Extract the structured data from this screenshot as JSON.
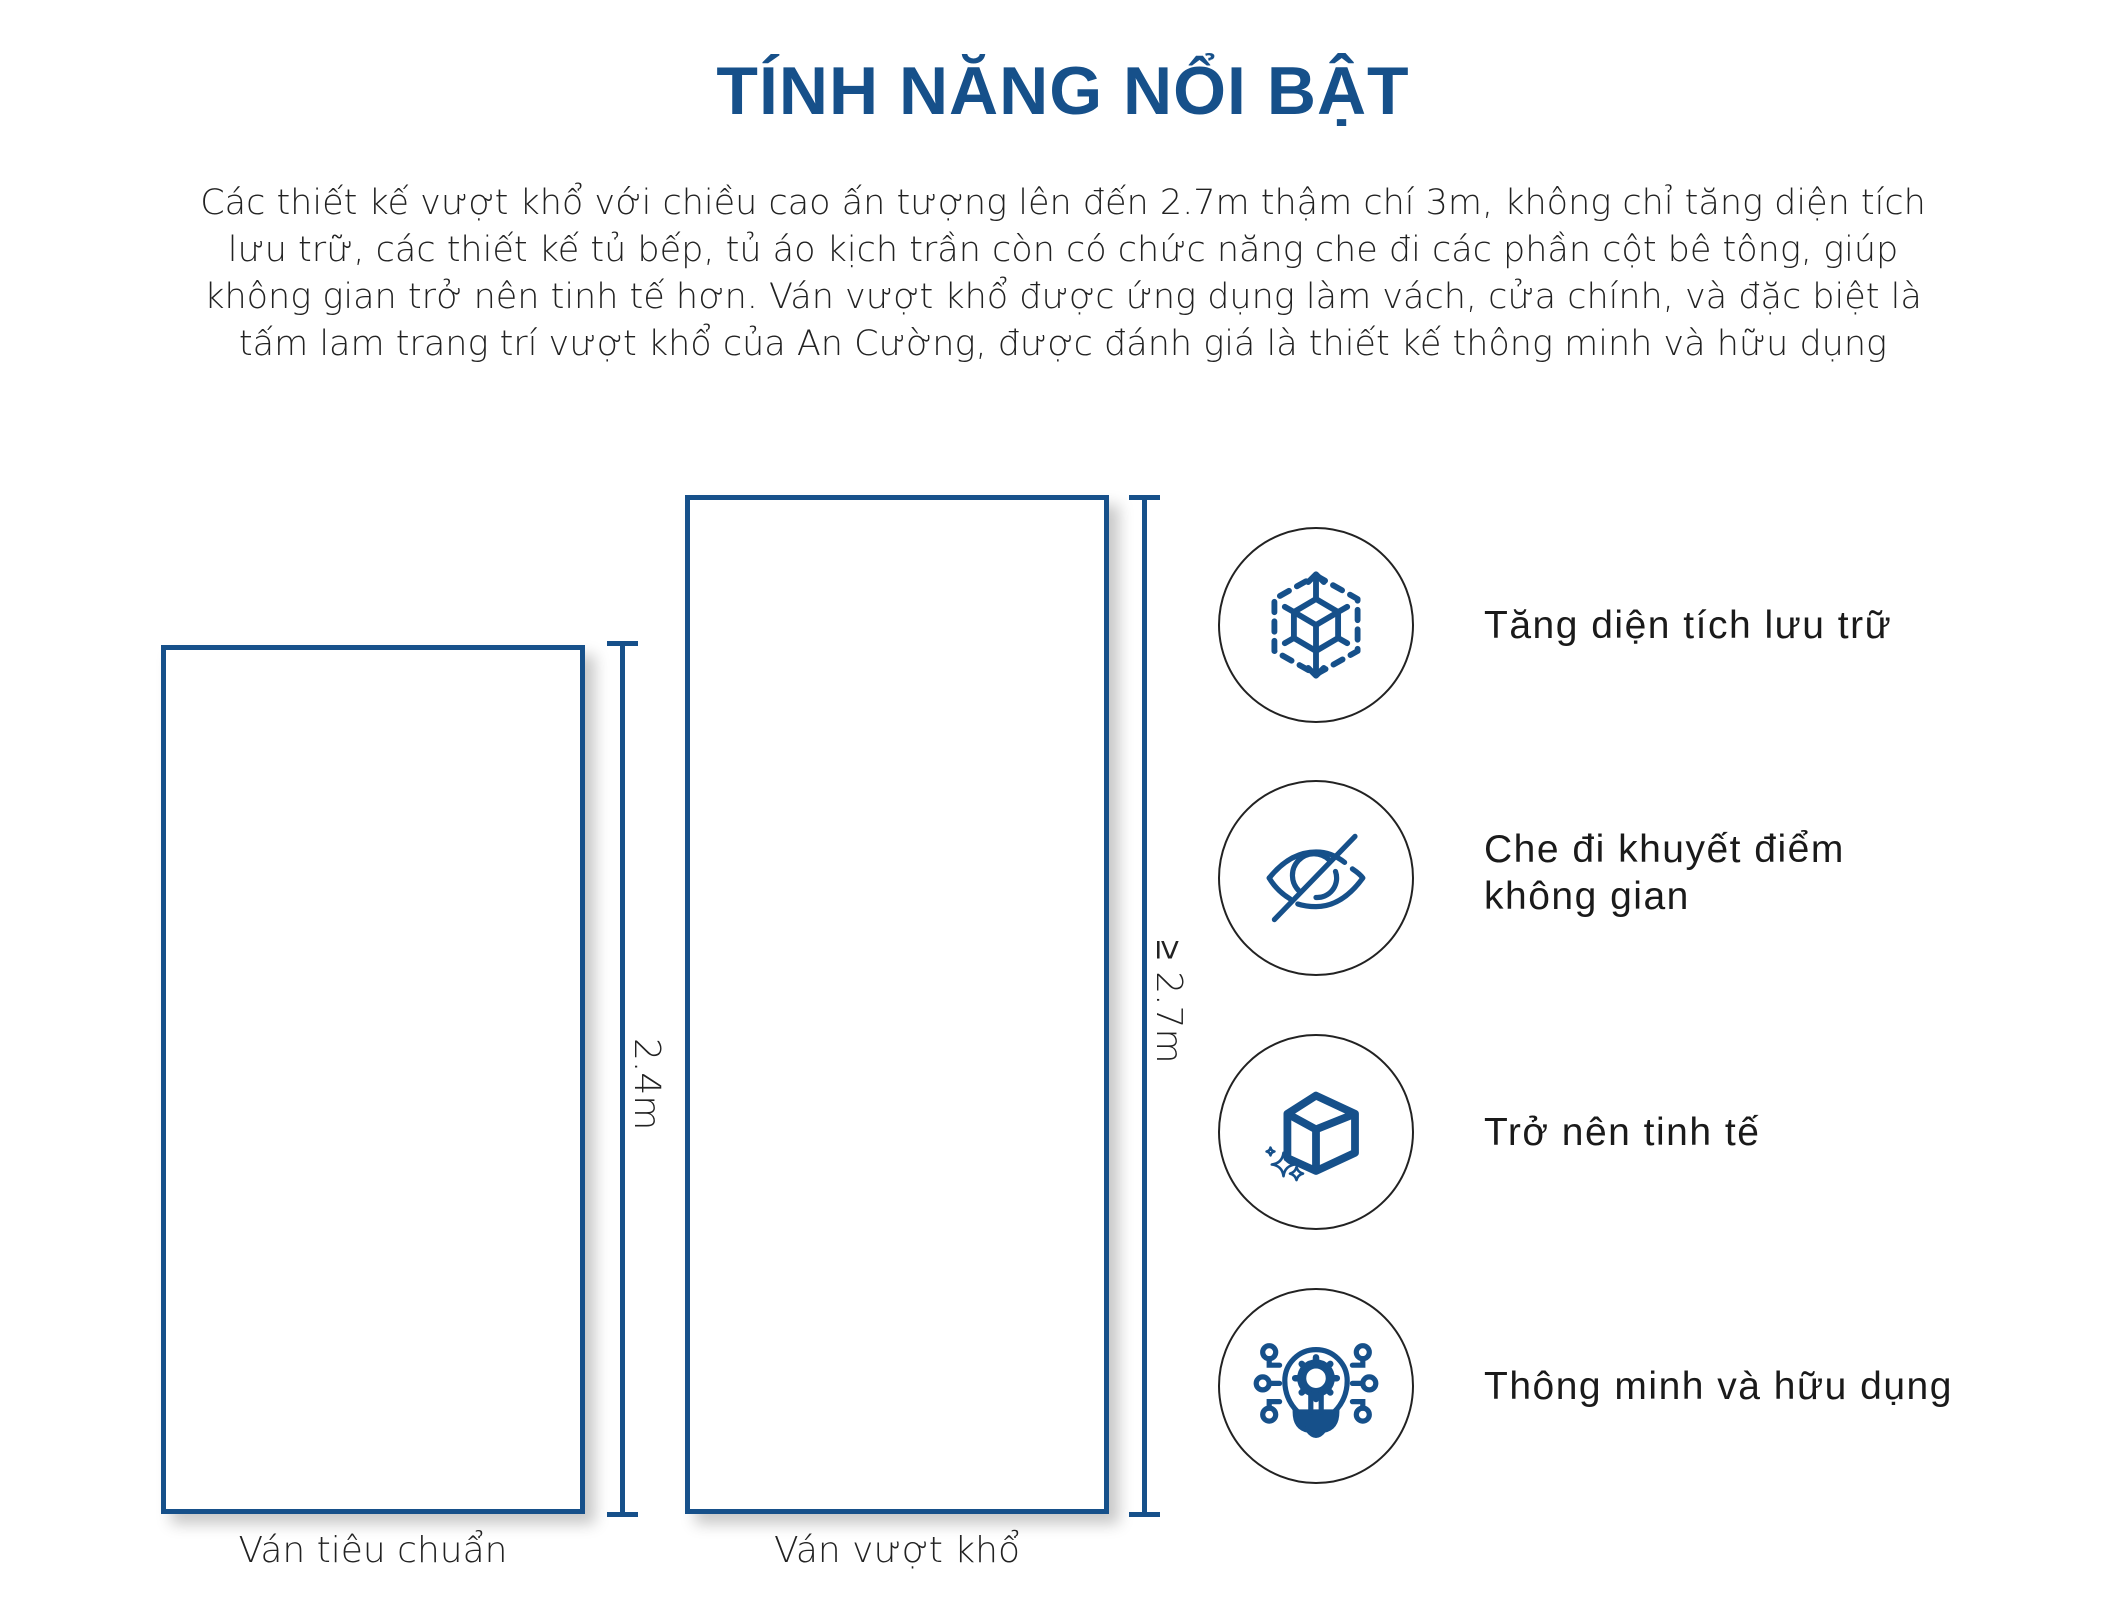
{
  "title": "TÍNH NĂNG NỔI BẬT",
  "intro": {
    "lines": [
      "Các thiết kế vượt khổ với chiều cao ấn tượng lên đến 2.7m thậm chí 3m,  không chỉ tăng diện tích",
      "lưu trữ, các thiết kế tủ bếp, tủ áo kịch trần còn có chức năng che đi các phần cột bê tông, giúp",
      "không gian trở nên tinh tế hơn. Ván vượt khổ được ứng dụng làm vách, cửa chính, và đặc biệt là",
      "tấm lam trang trí vượt khổ của An Cường, được đánh giá là thiết kế thông minh và hữu dụng"
    ]
  },
  "comparison": {
    "standard": {
      "label": "Ván tiêu chuẩn",
      "height": "2.4m"
    },
    "oversize": {
      "label": "Ván vượt khổ",
      "height": "≥ 2.7m"
    }
  },
  "features": [
    {
      "icon": "expand-cube-icon",
      "lines": [
        "Tăng diện tích lưu trữ"
      ]
    },
    {
      "icon": "eye-slash-icon",
      "lines": [
        "Che đi khuyết điểm",
        "không gian"
      ]
    },
    {
      "icon": "sparkle-cube-icon",
      "lines": [
        "Trở nên tinh tế"
      ]
    },
    {
      "icon": "lightbulb-gear-icon",
      "lines": [
        "Thông minh và hữu dụng"
      ]
    }
  ],
  "colors": {
    "accent": "#16508a",
    "text": "#222222",
    "background": "#ffffff"
  }
}
